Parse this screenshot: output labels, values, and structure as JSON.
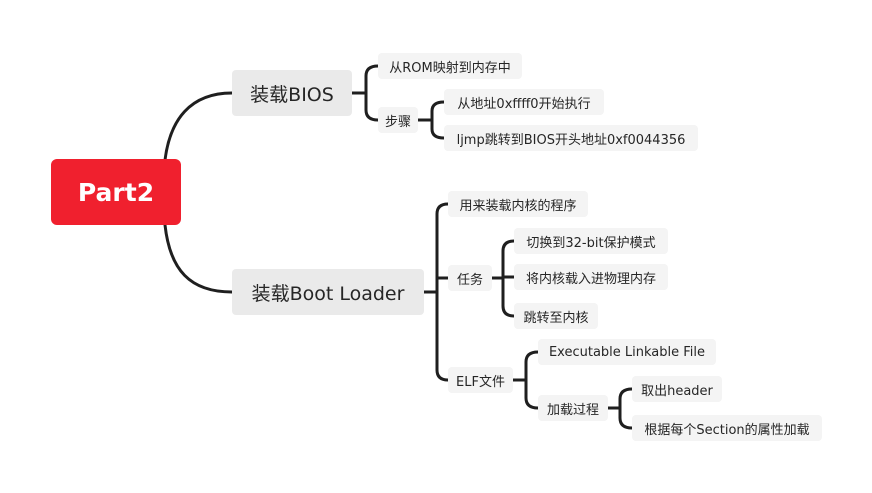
{
  "colors": {
    "root_bg": "#f0202e",
    "root_text": "#ffffff",
    "branch_bg": "#eaeaea",
    "leaf_bg": "#f4f4f4",
    "connector": "#1f1f1f",
    "text": "#262626"
  },
  "root": {
    "label": "Part2"
  },
  "bios": {
    "label": "装载BIOS",
    "rom": "从ROM映射到内存中",
    "steps": {
      "label": "步骤",
      "step1": "从地址0xffff0开始执行",
      "step2": "ljmp跳转到BIOS开头地址0xf0044356"
    }
  },
  "loader": {
    "label": "装载Boot Loader",
    "purpose": "用来装载内核的程序",
    "tasks": {
      "label": "任务",
      "items": [
        "切换到32-bit保护模式",
        "将内核载入进物理内存",
        "跳转至内核"
      ]
    },
    "elf": {
      "label": "ELF文件",
      "full_name": "Executable Linkable File",
      "process": {
        "label": "加载过程",
        "items": [
          "取出header",
          "根据每个Section的属性加载"
        ]
      }
    }
  }
}
